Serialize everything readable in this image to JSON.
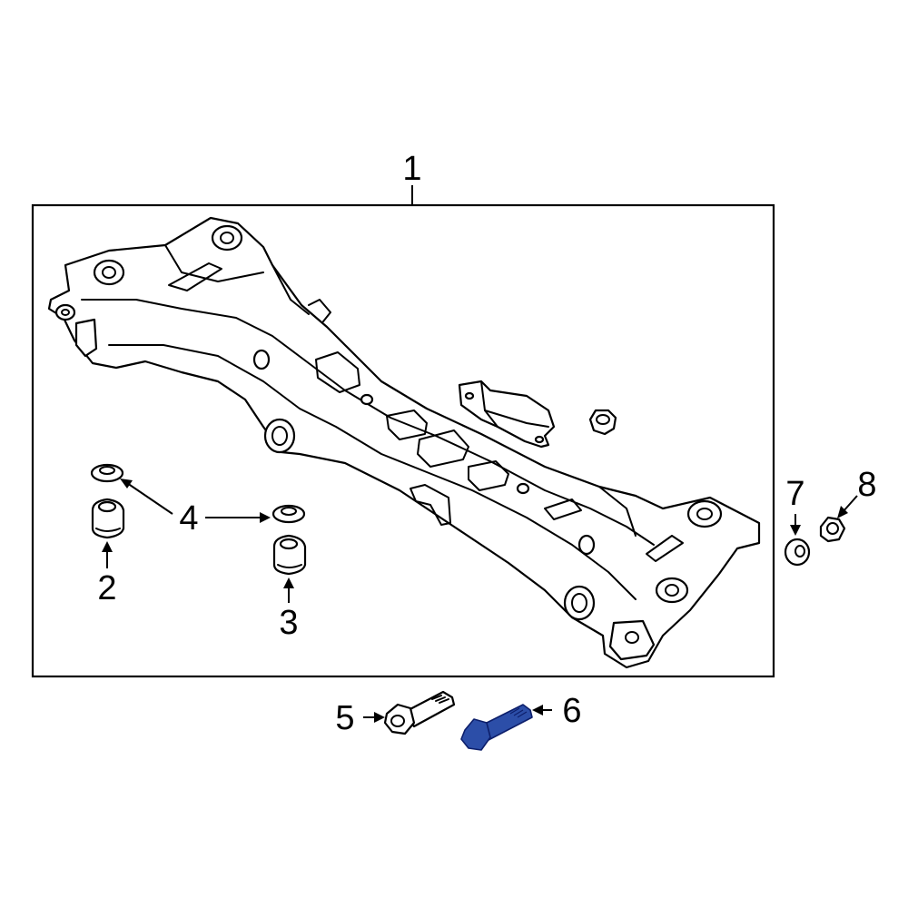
{
  "diagram": {
    "callouts": [
      {
        "id": "1",
        "label": "1"
      },
      {
        "id": "2",
        "label": "2"
      },
      {
        "id": "3",
        "label": "3"
      },
      {
        "id": "4",
        "label": "4"
      },
      {
        "id": "5",
        "label": "5"
      },
      {
        "id": "6",
        "label": "6"
      },
      {
        "id": "7",
        "label": "7"
      },
      {
        "id": "8",
        "label": "8"
      }
    ],
    "highlight": {
      "part": "6",
      "color": "#2c4ea8"
    },
    "line_color": "#000000",
    "background": "#ffffff"
  }
}
